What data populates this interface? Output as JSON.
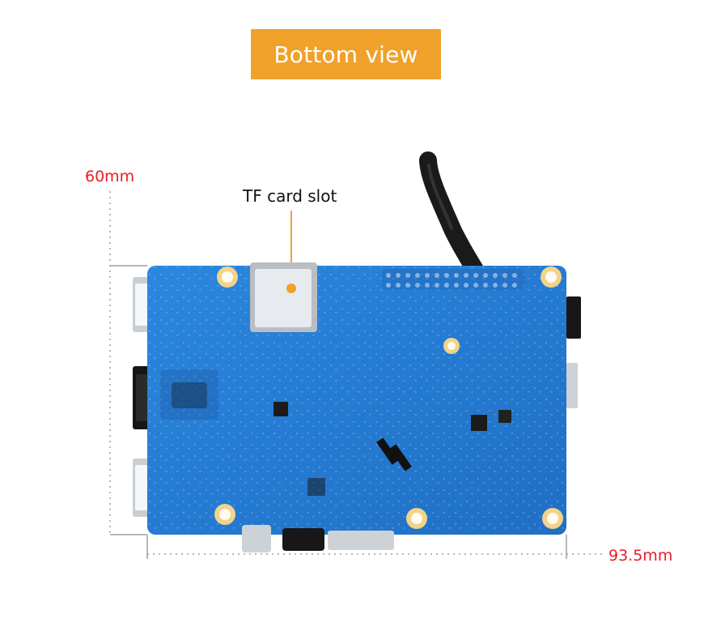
{
  "title": "Bottom view",
  "dimensions": {
    "height_label": "60mm",
    "width_label": "93.5mm"
  },
  "callouts": {
    "tf_card_slot": "TF card slot"
  },
  "colors": {
    "banner": "#f0a12a",
    "dimension_text": "#e81e25",
    "pcb_blue": "#2a7fd2",
    "gold_pad": "#f2d38a"
  }
}
